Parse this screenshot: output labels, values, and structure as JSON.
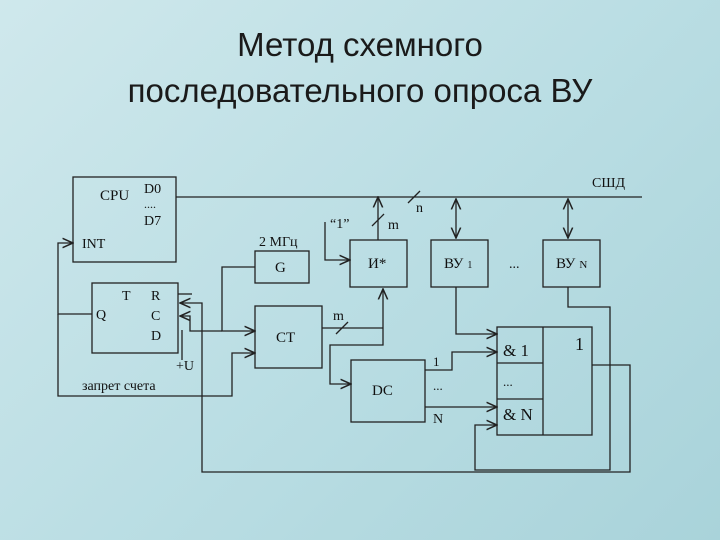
{
  "title": {
    "line1": "Метод схемного",
    "line2": "последовательного опроса ВУ"
  },
  "diagram": {
    "bus_label": "СШД",
    "bus_width_label": "n",
    "cpu": {
      "name": "CPU",
      "d0": "D0",
      "dots": "....",
      "d7": "D7",
      "int": "INT"
    },
    "trigger": {
      "t": "T",
      "q": "Q",
      "r": "R",
      "c": "C",
      "d": "D",
      "plus_u": "+U"
    },
    "block_label": "запрет счета",
    "generator": {
      "name": "G",
      "freq": "2 МГц"
    },
    "counter": {
      "name": "СТ",
      "width": "m"
    },
    "and_gate": {
      "name": "И*",
      "const": "“1”",
      "width": "m"
    },
    "decoder": {
      "name": "DC",
      "out1": "1",
      "dots": "...",
      "outN": "N"
    },
    "devices": [
      {
        "name": "ВУ",
        "index": "1"
      },
      {
        "name": "ВУ",
        "index": "N"
      }
    ],
    "devices_dots": "...",
    "mux": {
      "in1": "& 1",
      "dots": "...",
      "inN": "& N",
      "out": "1"
    }
  }
}
